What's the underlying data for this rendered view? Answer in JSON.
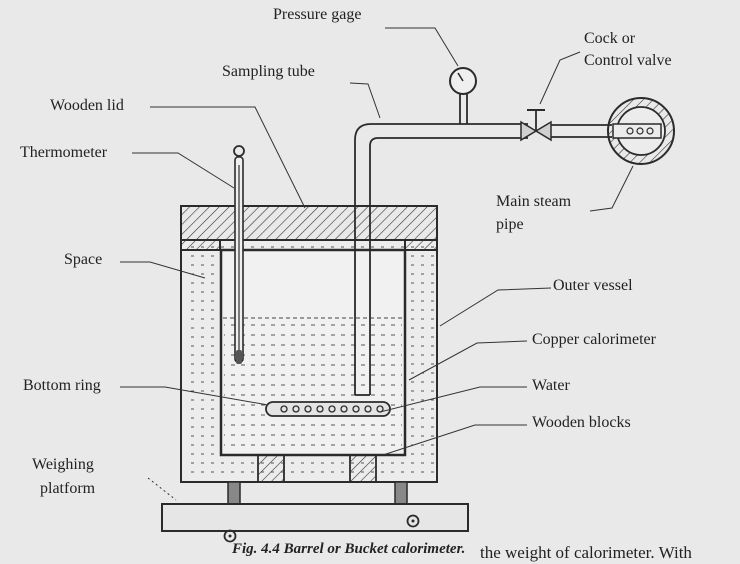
{
  "labels": {
    "pressure_gage": "Pressure gage",
    "sampling_tube": "Sampling tube",
    "cock_line1": "Cock or",
    "cock_line2": "Control valve",
    "wooden_lid": "Wooden lid",
    "thermometer": "Thermometer",
    "main_steam_line1": "Main steam",
    "main_steam_line2": "pipe",
    "space": "Space",
    "outer_vessel": "Outer vessel",
    "copper_calorimeter": "Copper calorimeter",
    "bottom_ring": "Bottom ring",
    "water": "Water",
    "wooden_blocks": "Wooden blocks",
    "weighing_line1": "Weighing",
    "weighing_line2": "platform"
  },
  "caption": "Fig. 4.4 Barrel or Bucket calorimeter.",
  "body_fragment": "the weight of calorimeter. With",
  "colors": {
    "ink": "#2b2b2b",
    "background": "#e9e9ea"
  }
}
